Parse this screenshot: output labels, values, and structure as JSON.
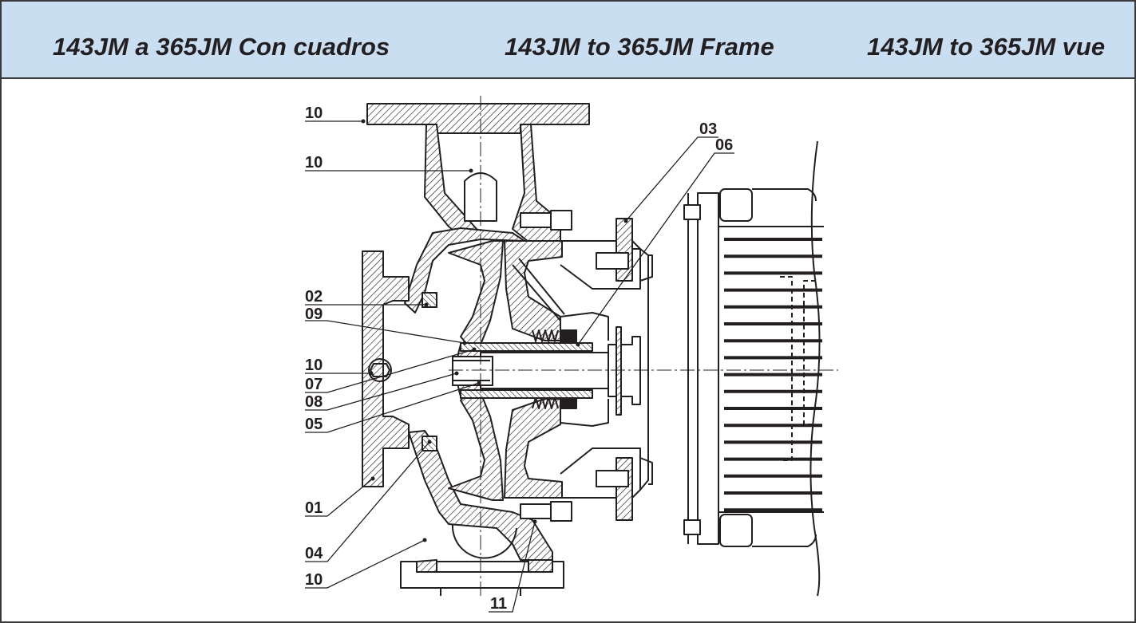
{
  "header": {
    "title_es": "143JM a 365JM Con cuadros",
    "title_en": "143JM to 365JM Frame",
    "title_fr": "143JM to 365JM vue"
  },
  "colors": {
    "header_background": "#c9def1",
    "line": "#231f20"
  },
  "drawing": {
    "callouts": [
      {
        "id": "c10a",
        "label": "10"
      },
      {
        "id": "c10b",
        "label": "10"
      },
      {
        "id": "c02",
        "label": "02"
      },
      {
        "id": "c09",
        "label": "09"
      },
      {
        "id": "c10c",
        "label": "10"
      },
      {
        "id": "c07",
        "label": "07"
      },
      {
        "id": "c08",
        "label": "08"
      },
      {
        "id": "c05",
        "label": "05"
      },
      {
        "id": "c01",
        "label": "01"
      },
      {
        "id": "c04",
        "label": "04"
      },
      {
        "id": "c10d",
        "label": "10"
      },
      {
        "id": "c11",
        "label": "11"
      },
      {
        "id": "c03",
        "label": "03"
      },
      {
        "id": "c06",
        "label": "06"
      }
    ]
  }
}
